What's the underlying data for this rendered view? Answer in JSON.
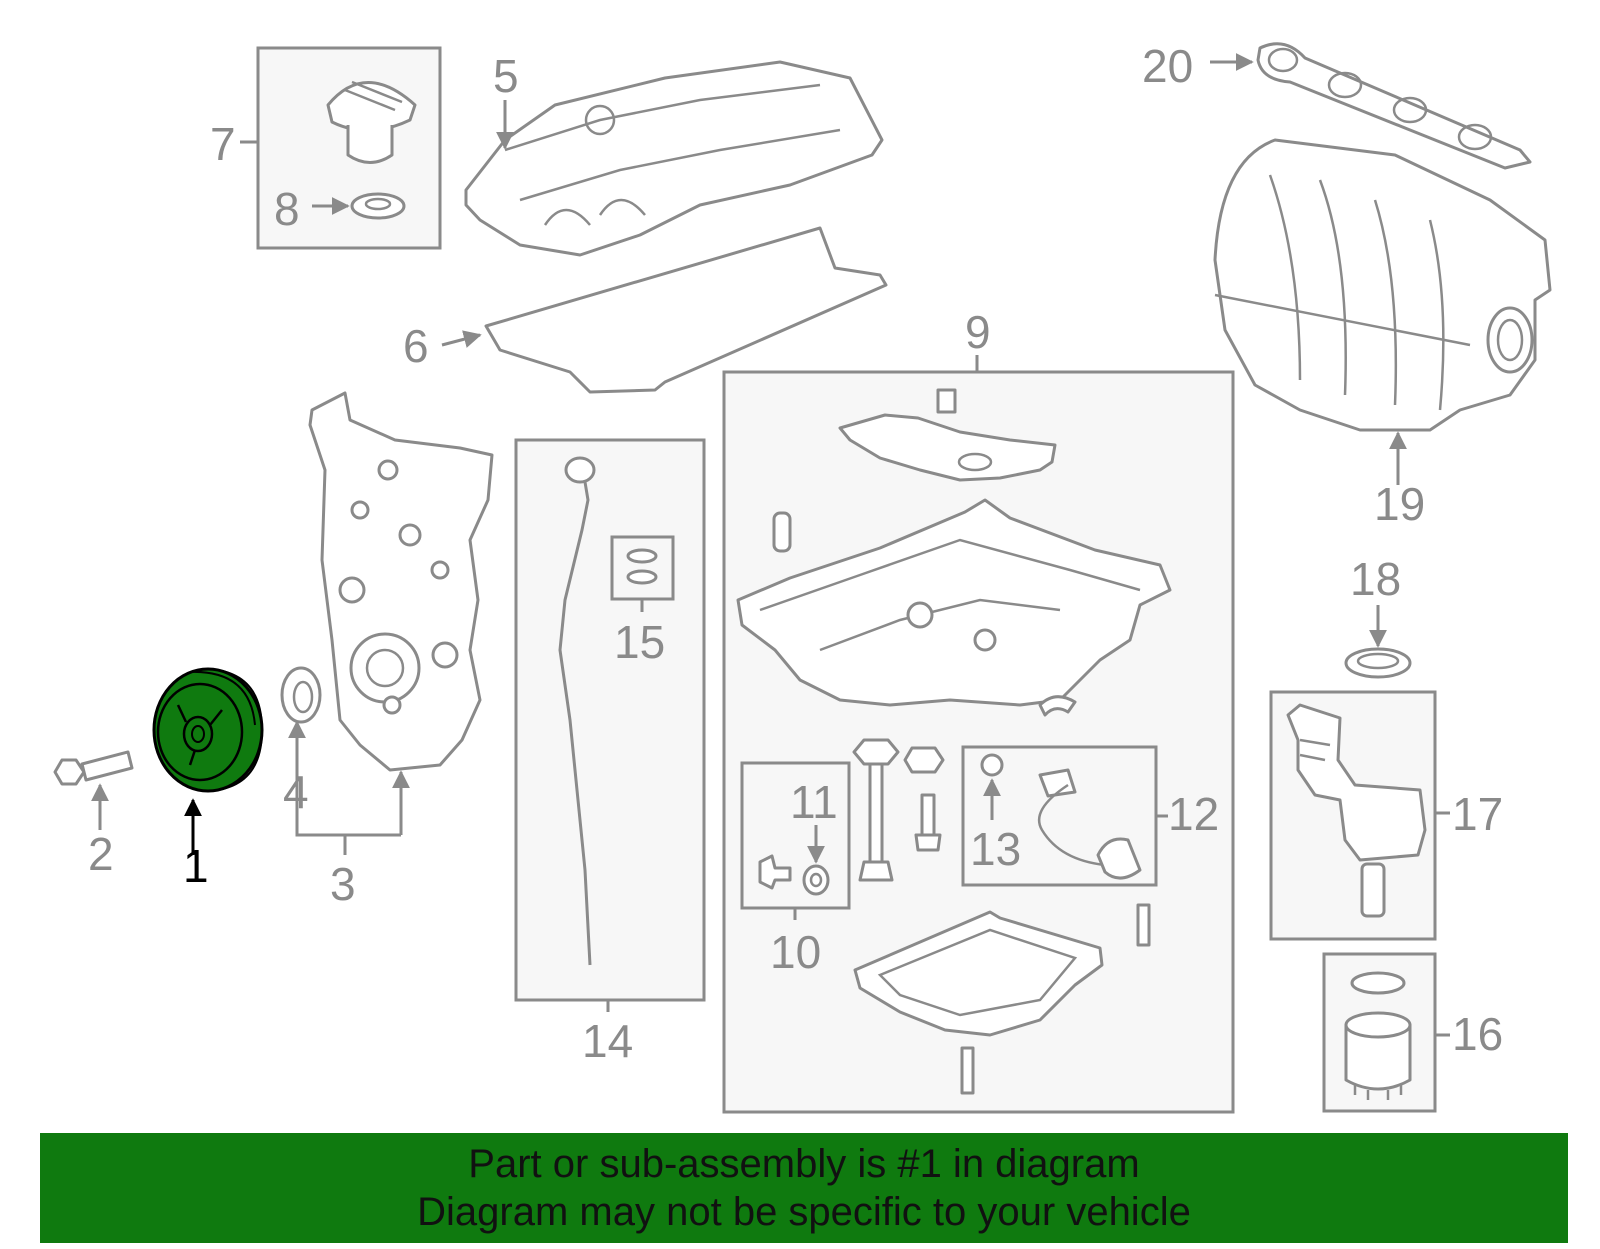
{
  "colors": {
    "highlight": "#0f7a0f",
    "line": "#8a8a8a",
    "box_fill": "#f7f7f7",
    "banner_text": "#111111"
  },
  "callouts": {
    "c1": "1",
    "c2": "2",
    "c3": "3",
    "c4": "4",
    "c5": "5",
    "c6": "6",
    "c7": "7",
    "c8": "8",
    "c9": "9",
    "c10": "10",
    "c11": "11",
    "c12": "12",
    "c13": "13",
    "c14": "14",
    "c15": "15",
    "c16": "16",
    "c17": "17",
    "c18": "18",
    "c19": "19",
    "c20": "20"
  },
  "highlighted_part": "1",
  "banner": {
    "line1": "Part or sub-assembly is #1 in diagram",
    "line2": "Diagram may not be specific to your vehicle"
  }
}
